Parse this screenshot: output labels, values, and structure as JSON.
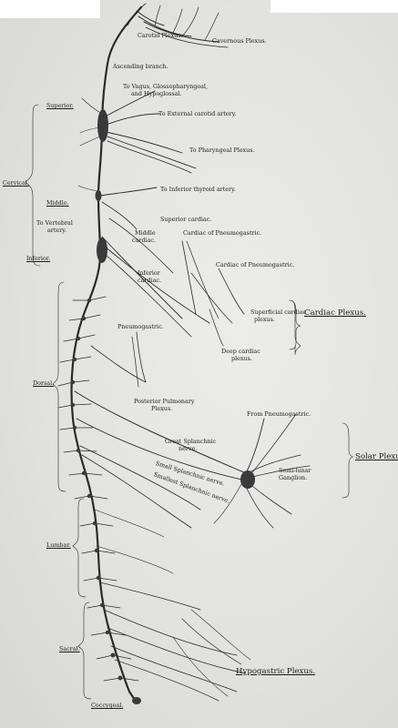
{
  "labels": {
    "carotid_plexus": "Carotid Plexus.",
    "cavernous_plexus": "Cavernous Plexus.",
    "ascending_branch": "Ascending branch.",
    "to_vagus_line1": "To Vagus, Glossopharyngeal,",
    "to_vagus_line2": "and Hypoglossal.",
    "to_external_carotid": "To External carotid artery.",
    "to_pharyngeal": "To Pharyngeal Plexus.",
    "superior": "Superior.",
    "cervical": "Cervical.",
    "middle": "Middle.",
    "to_vertebral_line1": "To Vertebral",
    "to_vertebral_line2": "artery.",
    "inferior": "Inferior.",
    "to_inferior_thyroid": "To Inferior thyroid artery.",
    "superior_cardiac": "Superior cardiac.",
    "middle_cardiac_line1": "Middle",
    "middle_cardiac_line2": "cardiac.",
    "cardiac_of_pneumogastric_1": "Cardiac of Pneumogastric.",
    "cardiac_of_pneumogastric_2": "Cardiac of Pneumogastric.",
    "inferior_cardiac_line1": "Inferior",
    "inferior_cardiac_line2": "cardiac.",
    "superficial_cardiac_line1": "Superficial cardiac",
    "superficial_cardiac_line2": "plexus.",
    "cardiac_plexus": "Cardiac Plexus.",
    "pneumogastric": "Pneumogastric.",
    "deep_cardiac_line1": "Deep cardiac",
    "deep_cardiac_line2": "plexus.",
    "dorsal": "Dorsal.",
    "posterior_pulmonary_line1": "Posterior Pulmonary",
    "posterior_pulmonary_line2": "Plexus.",
    "from_pneumogastric": "From Pneumogastric.",
    "great_splanchnic_line1": "Great Splanchnic",
    "great_splanchnic_line2": "nerve.",
    "solar_plexus": "Solar Plexus.",
    "small_splanchnic": "Small Splanchnic nerve.",
    "smallest_splanchnic": "Smallest Splanchnic nerve.",
    "semilunar_line1": "Semi-lunar",
    "semilunar_line2": "Ganglion.",
    "lumbar": "Lumbar.",
    "sacral": "Sacral.",
    "hypogastric_plexus": "Hypogastric Plexus.",
    "coccygeal": "Coccygeal."
  },
  "colors": {
    "ink": "#1c1c1c",
    "nerve": "#2a2a2a",
    "ganglion": "#3a3a3a",
    "paper": "#e4e4e2"
  }
}
